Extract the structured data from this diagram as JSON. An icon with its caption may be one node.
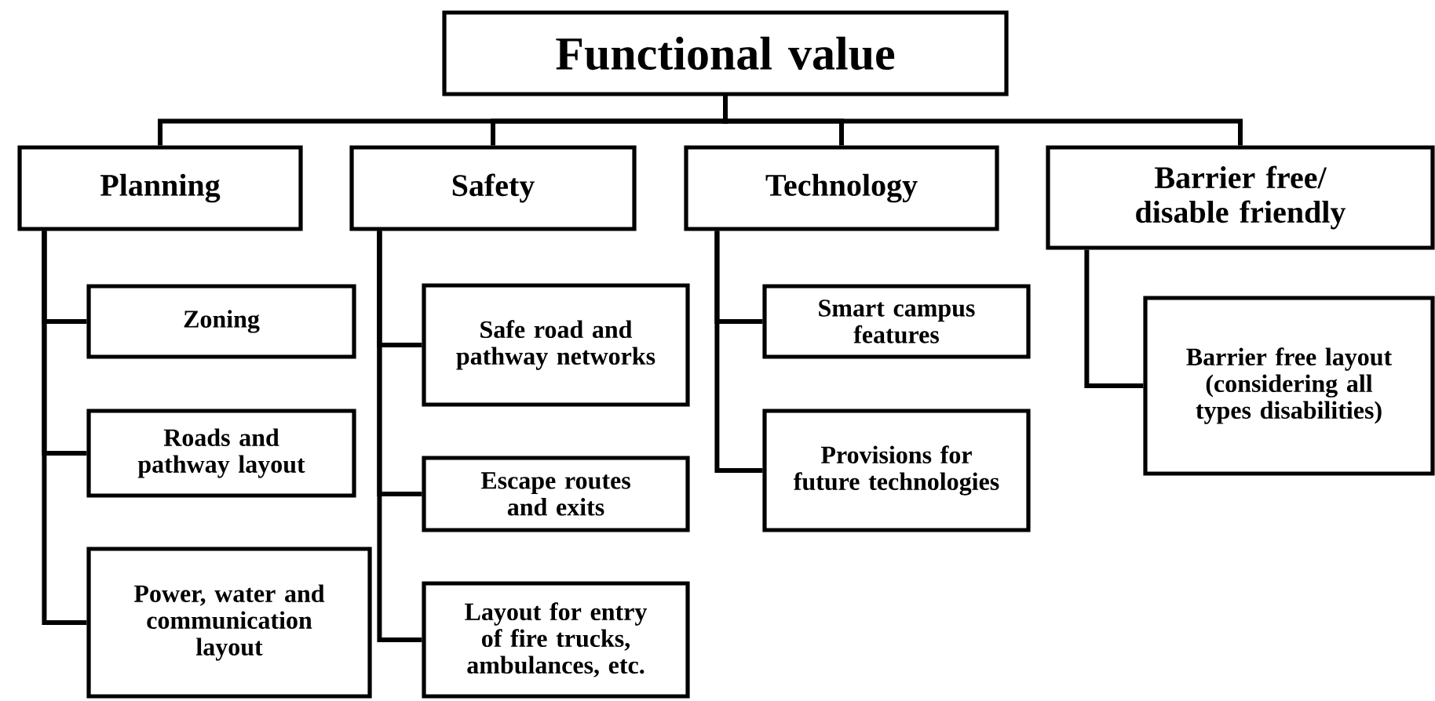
{
  "diagram": {
    "nodes": [
      {
        "text": [
          "Functional value"
        ]
      },
      {
        "text": [
          "Planning"
        ]
      },
      {
        "text": [
          "Safety"
        ]
      },
      {
        "text": [
          "Technology"
        ]
      },
      {
        "text": [
          "Barrier free/ disable friendly"
        ]
      },
      {
        "text": [
          "Zoning"
        ]
      },
      {
        "text": [
          "Roads and pathway layout"
        ]
      },
      {
        "text": [
          "Power, water and communication layout"
        ]
      },
      {
        "text": [
          "Safe road and pathway networks"
        ]
      },
      {
        "text": [
          "Escape routes and exits"
        ]
      },
      {
        "text": [
          "Layout for entry of fire trucks, ambulances, etc."
        ]
      },
      {
        "text": [
          "Smart campus features"
        ]
      },
      {
        "text": [
          "Provisions for future technologies"
        ]
      },
      {
        "text": [
          "Barrier free layout (considering all types disabilities)"
        ]
      }
    ],
    "edges": [
      {
        "from": 0,
        "to": 1,
        "arrow": "none"
      },
      {
        "from": 0,
        "to": 2,
        "arrow": "none"
      },
      {
        "from": 0,
        "to": 3,
        "arrow": "none"
      },
      {
        "from": 0,
        "to": 4,
        "arrow": "none"
      },
      {
        "from": 1,
        "to": 5,
        "arrow": "none"
      },
      {
        "from": 1,
        "to": 6,
        "arrow": "none"
      },
      {
        "from": 1,
        "to": 7,
        "arrow": "none"
      },
      {
        "from": 2,
        "to": 8,
        "arrow": "none"
      },
      {
        "from": 2,
        "to": 9,
        "arrow": "none"
      },
      {
        "from": 2,
        "to": 10,
        "arrow": "none"
      },
      {
        "from": 3,
        "to": 11,
        "arrow": "none"
      },
      {
        "from": 3,
        "to": 12,
        "arrow": "none"
      },
      {
        "from": 4,
        "to": 13,
        "arrow": "none"
      }
    ]
  }
}
